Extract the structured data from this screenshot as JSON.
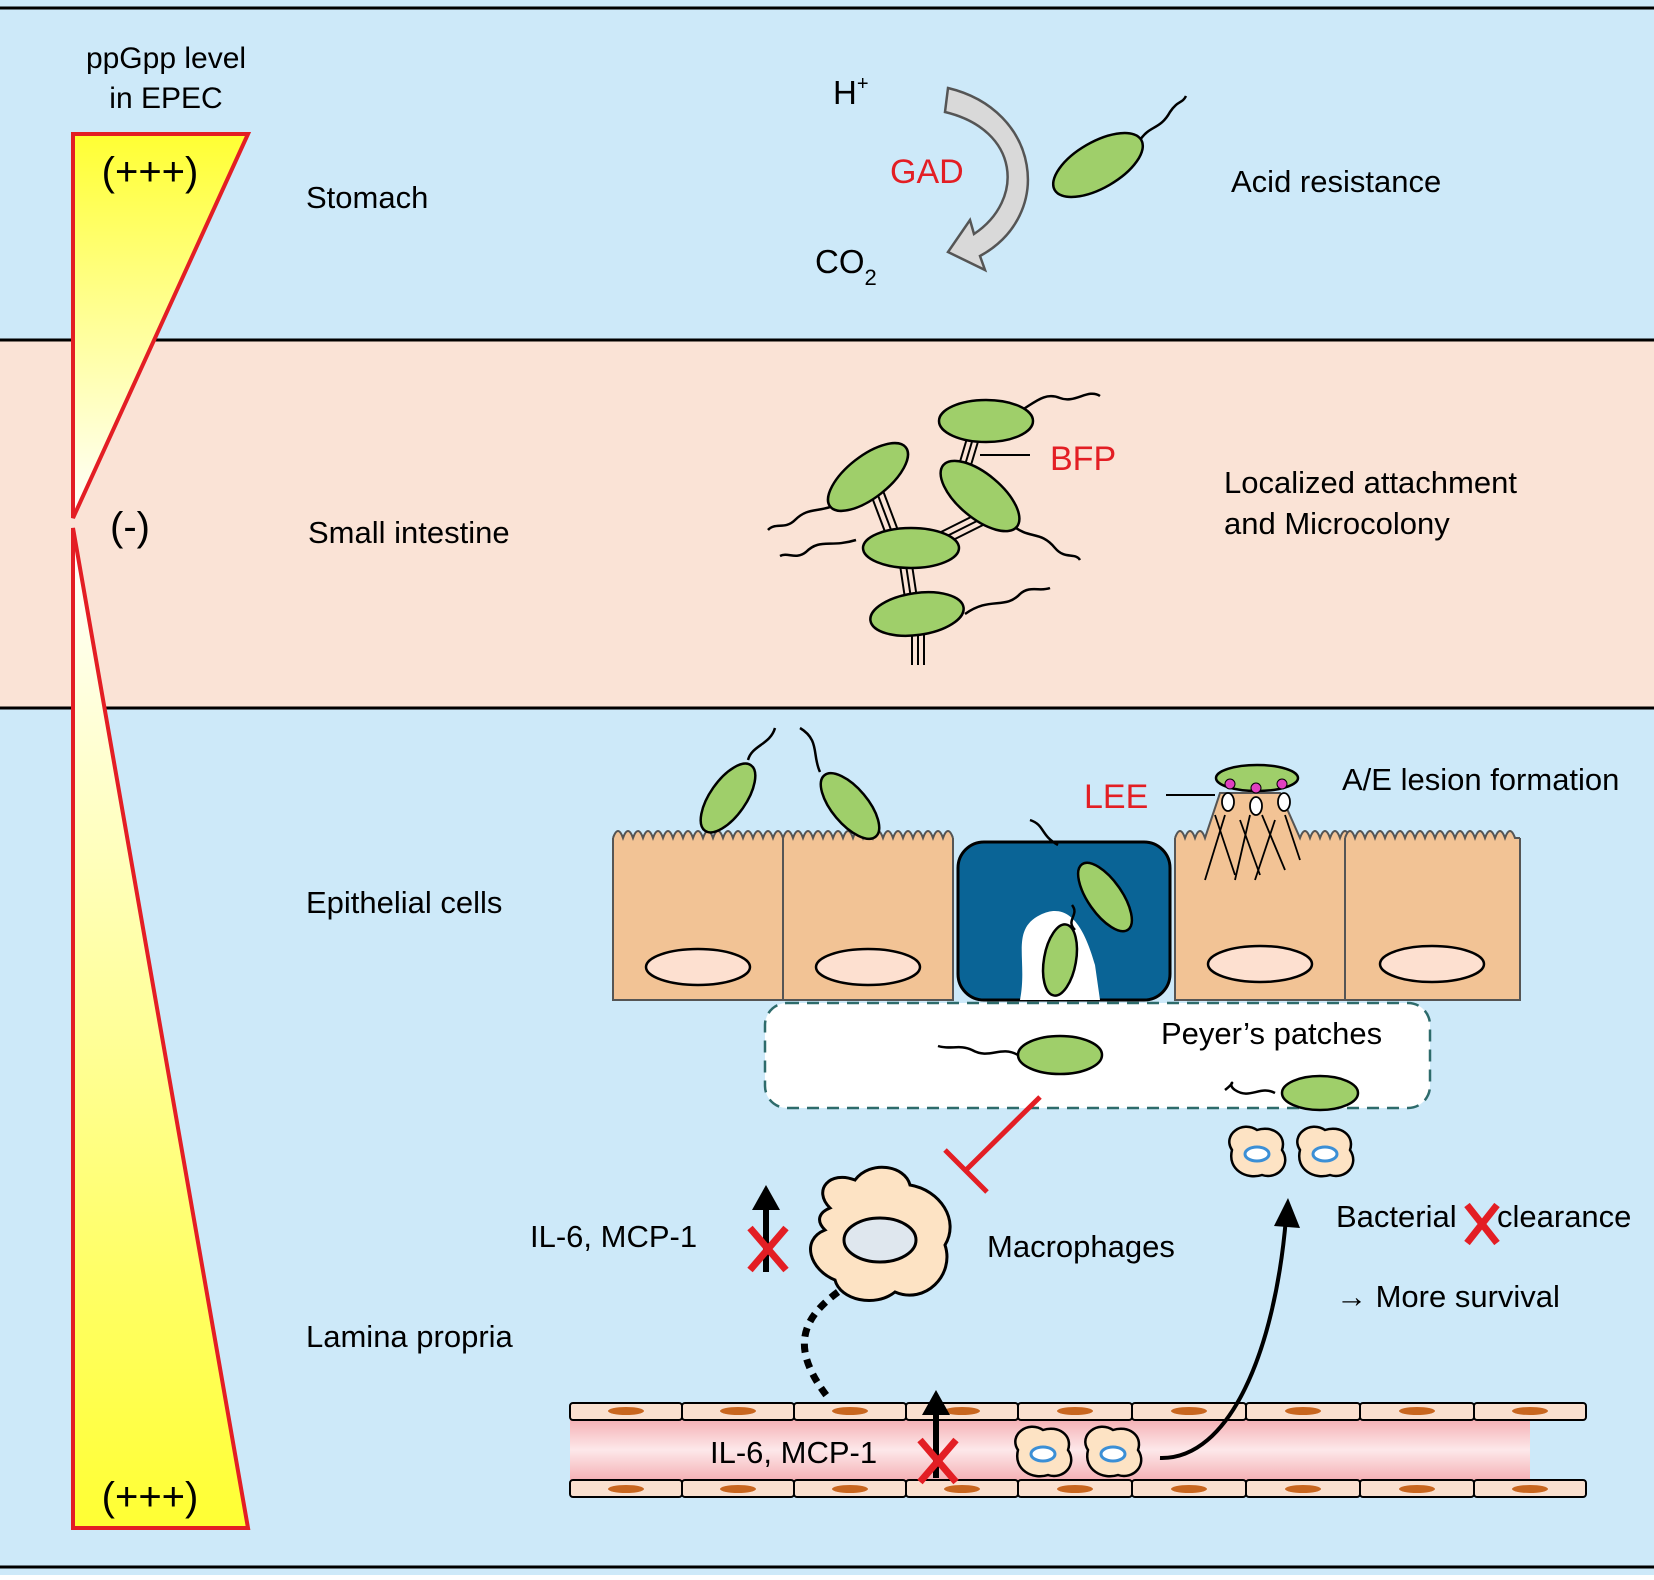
{
  "colors": {
    "band_blue": "#cde9f9",
    "band_peach": "#fae3d6",
    "highlight_red": "#e31e24",
    "bacteria_green": "#9fcf6a",
    "epithelial_tan": "#f2c395",
    "m_cell_blue": "#0a6496",
    "vessel_pink": "#f6c1c3"
  },
  "gauge": {
    "title_line1": "ppGpp level",
    "title_line2": "in EPEC",
    "top_label": "(+++)",
    "middle_label": "(-)",
    "bottom_label": "(+++)"
  },
  "regions": {
    "stomach": "Stomach",
    "small_intestine": "Small intestine",
    "epithelial_cells": "Epithelial cells",
    "lamina_propria": "Lamina propria"
  },
  "stomach": {
    "h_plus": "H",
    "h_plus_sup": "+",
    "enzyme": "GAD",
    "co2": "CO",
    "co2_sub": "2",
    "outcome": "Acid resistance"
  },
  "small_intestine": {
    "pili_label": "BFP",
    "outcome_line1": "Localized attachment",
    "outcome_line2": "and Microcolony"
  },
  "epithelium": {
    "lee_label": "LEE",
    "outcome": "A/E lesion formation",
    "peyers_patches": "Peyer’s patches"
  },
  "lamina": {
    "cytokines_macrophage": "IL-6, MCP-1",
    "macrophages": "Macrophages",
    "cytokines_vessel": "IL-6, MCP-1",
    "clearance_before": "Bacterial",
    "clearance_after": "clearance",
    "survival": "→ More survival"
  }
}
